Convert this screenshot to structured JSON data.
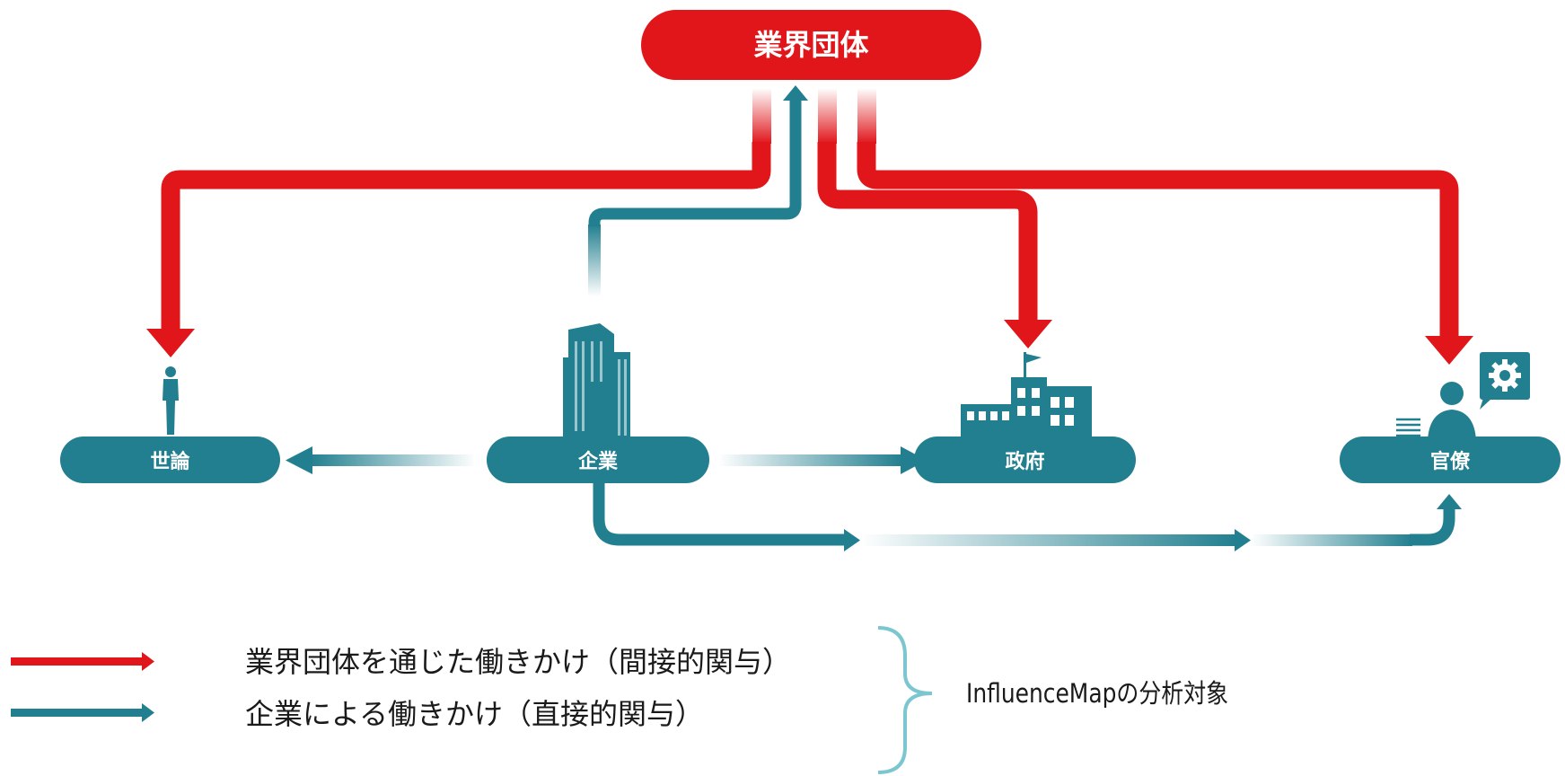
{
  "nodes": {
    "top": "業界団体",
    "public_opinion": "世論",
    "companies": "企業",
    "government": "政府",
    "bureaucrats": "官僚"
  },
  "legend": {
    "indirect": "業界団体を通じた働きかけ（間接的関与）",
    "direct": "企業による働きかけ（直接的関与）",
    "target": "InfluenceMapの分析対象"
  },
  "colors": {
    "red": "#e0161b",
    "teal": "#227f8f",
    "brace": "#7cc7cf"
  }
}
